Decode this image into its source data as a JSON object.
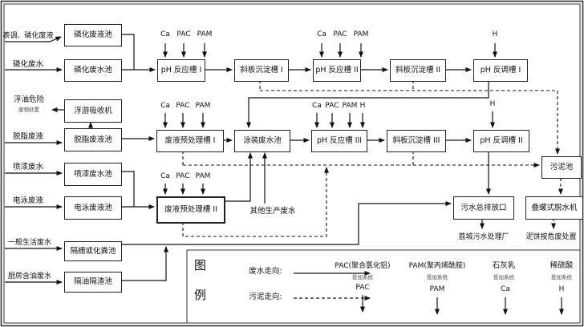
{
  "inputs": {
    "surface_phosphating_liquid": "表调、磷化废液",
    "phosphating_wastewater": "磷化废水",
    "degreasing_liquid": "脱脂废液",
    "paint_wastewater": "喷漆废水",
    "electrophoresis_liquid": "电泳废液",
    "domestic_wastewater": "一般生活废水",
    "kitchen_oily_wastewater": "厨房含油废水",
    "other_production_wastewater": "其他生产废水"
  },
  "tanks": {
    "phosphating_waste_liquid": "磷化废液池",
    "phosphating_wastewater": "磷化废水池",
    "flotation_absorber": "浮游吸收机",
    "degreasing_waste_liquid": "脱脂废液池",
    "paint_wastewater": "喷漆废水池",
    "electrophoresis_waste_liquid": "电泳废液池",
    "screen_or_septic": "隔栅或化粪池",
    "oil_residue_separation": "隔油隔渣池",
    "ph_reaction_1": "pH 反应槽 I",
    "plate_settling_1": "斜板沉淀槽 I",
    "ph_reaction_2": "pH 反应槽 II",
    "plate_settling_2": "斜板沉淀槽 II",
    "ph_readjust_1": "pH 反调槽 I",
    "pretreatment_1": "废液预处理槽 I",
    "painting_wastewater": "涂装废水池",
    "ph_reaction_3": "pH 反应槽 III",
    "plate_settling_3": "斜板沉淀槽 III",
    "ph_readjust_2": "pH 反调槽 II",
    "pretreatment_2": "废液预处理槽 II",
    "main_discharge_outlet": "污水总排放口",
    "sludge_tank": "污泥池",
    "screw_dewaterer": "叠螺式脱水机"
  },
  "outputs": {
    "floating_oil_title": "浮油危险",
    "floating_oil_sub": "废物处置",
    "licheng_wwtp": "荔城污水处理厂",
    "sludge_cake": "泥饼按危废处置"
  },
  "chemicals": {
    "ca": "Ca",
    "pac": "PAC",
    "pam": "PAM",
    "h": "H"
  },
  "legend": {
    "char1": "图",
    "char2": "例",
    "wastewater_flow_label": "废水走向:",
    "sludge_flow_label": "污泥走向:",
    "pac_full": "PAC(聚合氯化铝)",
    "pam_full": "PAM(聚丙烯酰胺)",
    "lime": "石灰乳",
    "dilute_acid": "稀硫酸",
    "dosing_system": "投加系统",
    "pac_short": "PAC",
    "pam_short": "PAM",
    "ca_short": "Ca",
    "h_short": "H"
  }
}
